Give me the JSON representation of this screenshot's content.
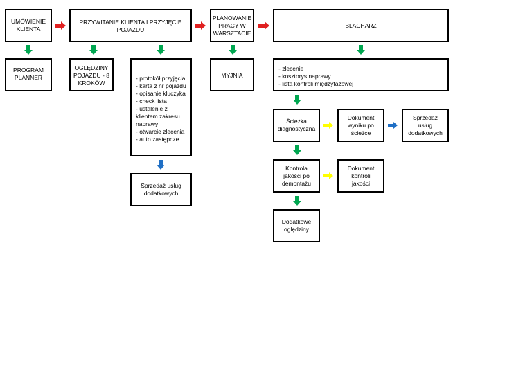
{
  "colors": {
    "red": "#e02020",
    "green": "#00a650",
    "yellow": "#ffff00",
    "blue": "#1f6fc5",
    "border": "#000000"
  },
  "boxes": {
    "umowienie": "UMÓWIENIE\nKLIENTA",
    "przywitanie": "PRZYWITANIE KLIENTA  I PRZYJĘCIE\nPOJAZDU",
    "planowanie": "PLANOWANIE\nPRACY W\nWARSZTACIE",
    "blacharz": "BLACHARZ",
    "program_planner": "PROGRAM\nPLANNER",
    "ogledziny": "OGLĘDZINY\nPOJAZDU - 8\nKROKÓW",
    "protokol": "- protokół przyjęcia\n- karta z nr pojazdu\n- opisanie kluczyka\n- check lista\n- ustalenie z\nklientem zakresu\nnaprawy\n- otwarcie zlecenia\n- auto zastępcze",
    "myjnia": "MYJNIA",
    "zlecenie": "- zlecenie\n- kosztorys naprawy\n- lista kontroli międzyfazowej",
    "sprzedaz_left": "Sprzedaż usług\ndodatkowych",
    "sciezka": "Ścieżka\ndiagnostyczna",
    "dokument_wyniku": "Dokument\nwyniku po\nścieżce",
    "sprzedaz_right": "Sprzedaż\nusług\ndodatkowych",
    "kontrola": "Kontrola\njakości po\ndemontażu",
    "dokument_kontroli": "Dokument\nkontroli\njakości",
    "dodatkowe": "Dodatkowe\noględziny"
  }
}
